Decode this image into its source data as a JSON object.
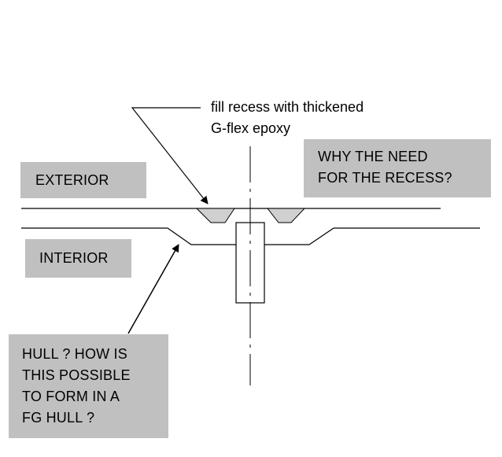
{
  "annotation_top": "fill recess with thickened\nG-flex epoxy",
  "exterior_label": "EXTERIOR",
  "interior_label": "INTERIOR",
  "question_recess": "WHY THE NEED\nFOR THE RECESS?",
  "question_hull": "HULL ?  HOW IS\nTHIS POSSIBLE\nTO FORM IN A\nFG HULL ?",
  "colors": {
    "box_fill": "#c0c0c0",
    "recess_fill": "#d0d0d0",
    "line": "#000000"
  }
}
